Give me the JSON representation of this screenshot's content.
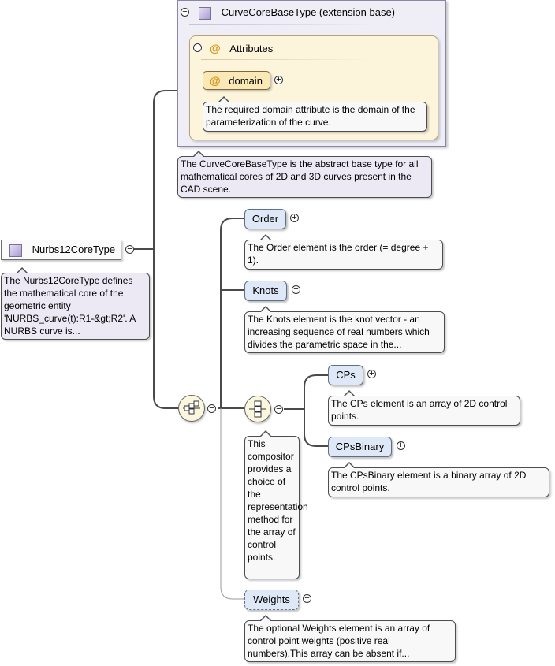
{
  "extension": {
    "title": "CurveCoreBaseType (extension base)",
    "toggle": "−"
  },
  "attributes": {
    "title": "Attributes",
    "toggle": "−"
  },
  "domain_attr": {
    "label": "domain",
    "toggle": "+",
    "note": "The required domain attribute is the domain of the parameterization of the curve."
  },
  "base_note": "The CurveCoreBaseType is the abstract base type for all mathematical cores of 2D and 3D curves present in the CAD scene.",
  "root": {
    "label": "Nurbs12CoreType",
    "toggle": "−",
    "note": "The Nurbs12CoreType defines the mathematical core of the geometric entity 'NURBS_curve(t):R1-&gt;R2'. A NURBS curve is..."
  },
  "sequence": {
    "toggle": "−"
  },
  "choice": {
    "toggle": "−",
    "note": "This compositor provides a choice of the representation method for the array of control points."
  },
  "elements": {
    "order": {
      "label": "Order",
      "toggle": "+",
      "note": "The Order element is the order (= degree + 1)."
    },
    "knots": {
      "label": "Knots",
      "toggle": "+",
      "note": "The Knots element is the knot vector - an increasing sequence of real numbers which divides the parametric space in the..."
    },
    "cps": {
      "label": "CPs",
      "toggle": "+",
      "note": "The CPs element is an array of 2D control points."
    },
    "cpsbinary": {
      "label": "CPsBinary",
      "toggle": "+",
      "note": "The CPsBinary element is a binary array of 2D control points."
    },
    "weights": {
      "label": "Weights",
      "toggle": "+",
      "note": "The optional Weights element is an array of control point weights (positive real numbers).This array can be absent if..."
    }
  },
  "icons": {
    "type": "type-square-icon",
    "attribute": "at-sign-icon",
    "sequence": "sequence-compositor-icon",
    "choice": "choice-compositor-icon"
  },
  "colors": {
    "element_fill": "#dfe8f7",
    "type_note_fill": "#ece8f4",
    "attribute_fill": "#fdf4dc",
    "compositor_fill": "#fbf7de",
    "attribute_accent": "#d49317"
  }
}
